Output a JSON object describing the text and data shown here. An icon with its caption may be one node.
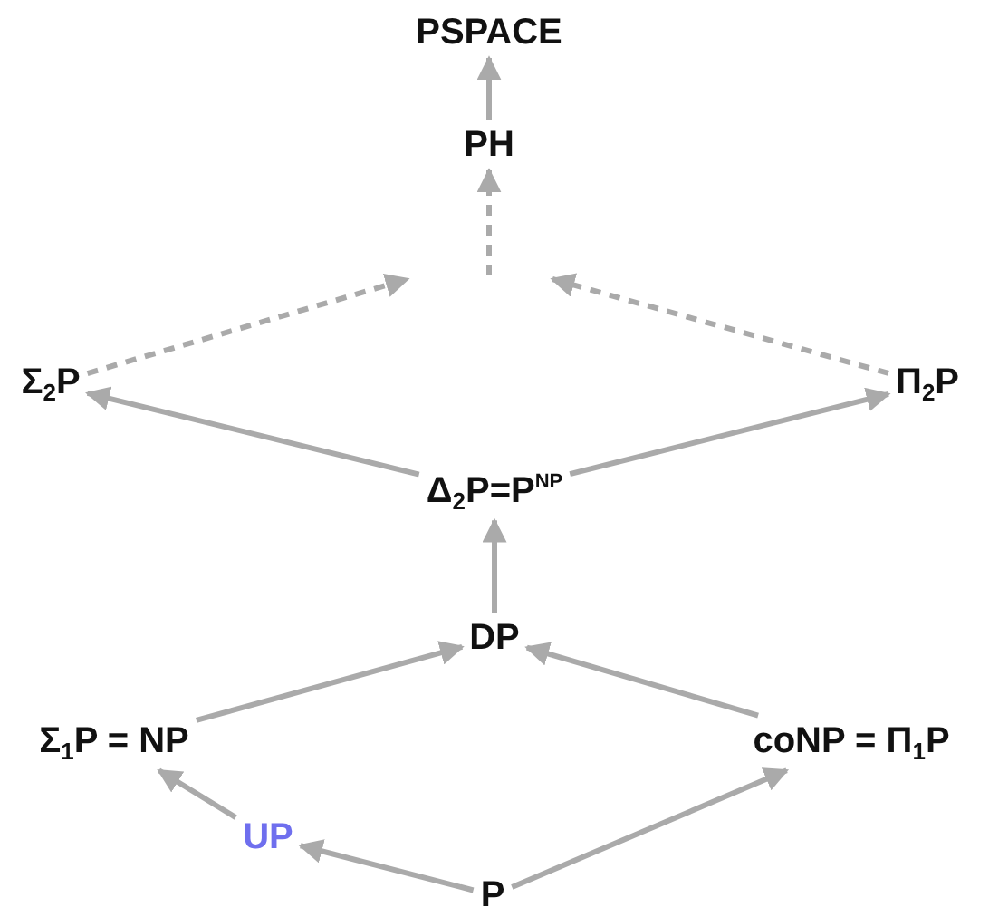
{
  "diagram": {
    "nodes": [
      {
        "text": [
          "PSPACE"
        ]
      },
      {
        "text": [
          "PH"
        ]
      },
      {
        "text": [
          "Σ$_{2}$P"
        ]
      },
      {
        "text": [
          "Π$_{2}$P"
        ]
      },
      {
        "text": [
          "Δ$_{2}$P=P$^{NP}$"
        ]
      },
      {
        "text": [
          "DP"
        ]
      },
      {
        "text": [
          "Σ$_{1}$P = NP"
        ]
      },
      {
        "text": [
          "coNP = Π$_{1}$P"
        ]
      },
      {
        "text": [
          "UP"
        ]
      },
      {
        "text": [
          "P"
        ]
      }
    ],
    "edges": [
      {
        "from": 1,
        "to": 0,
        "arrow": "to"
      },
      {
        "from": null,
        "to": 1,
        "arrow": "to",
        "style": "dashed"
      },
      {
        "from": 2,
        "to": null,
        "arrow": "to",
        "style": "dashed"
      },
      {
        "from": 3,
        "to": null,
        "arrow": "to",
        "style": "dashed"
      },
      {
        "from": 4,
        "to": 2,
        "arrow": "to"
      },
      {
        "from": 4,
        "to": 3,
        "arrow": "to"
      },
      {
        "from": 5,
        "to": 4,
        "arrow": "to"
      },
      {
        "from": 6,
        "to": 5,
        "arrow": "to"
      },
      {
        "from": 7,
        "to": 5,
        "arrow": "to"
      },
      {
        "from": 8,
        "to": 6,
        "arrow": "to"
      },
      {
        "from": 9,
        "to": 8,
        "arrow": "to"
      },
      {
        "from": 9,
        "to": 7,
        "arrow": "to"
      }
    ]
  }
}
